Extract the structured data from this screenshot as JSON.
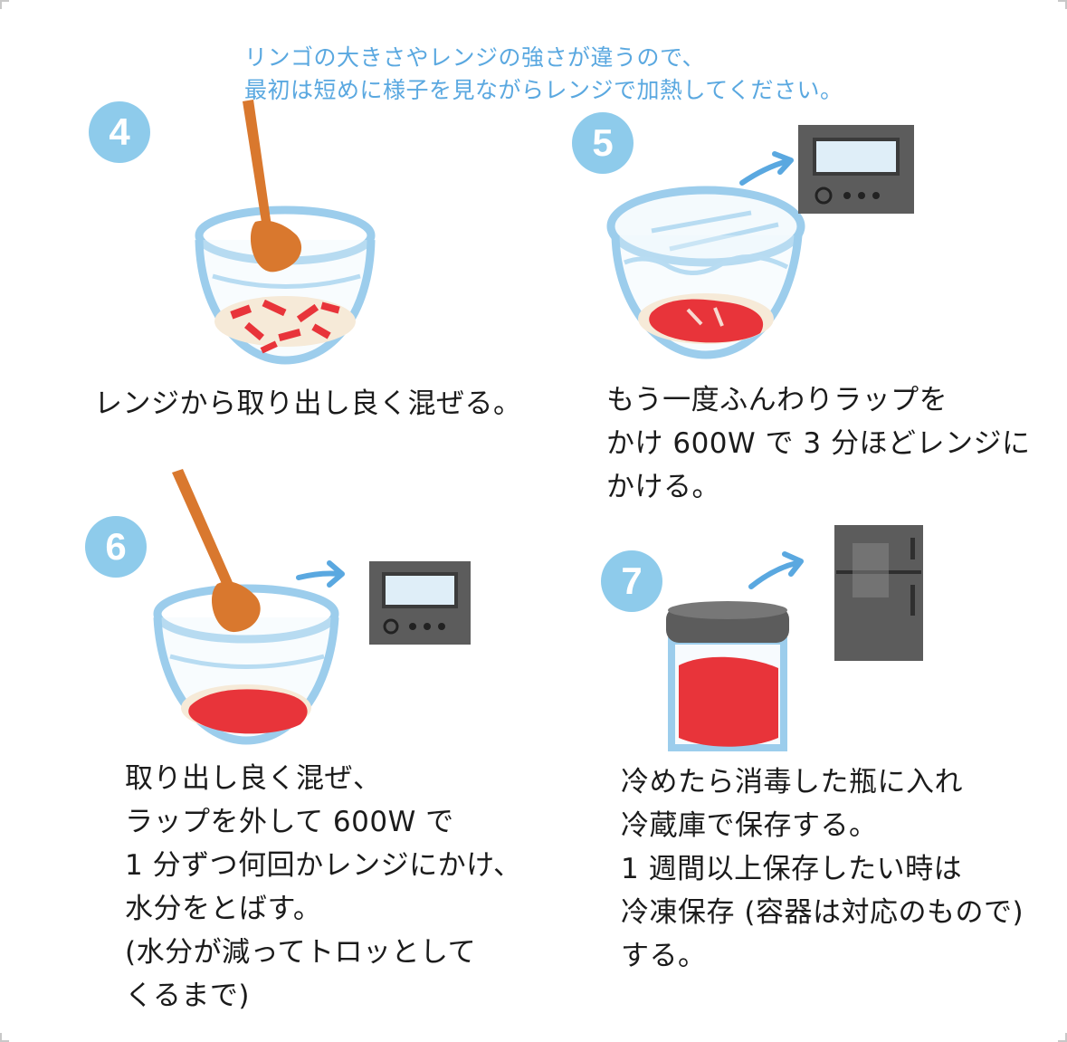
{
  "note": {
    "line1": "リンゴの大きさやレンジの強さが違うので、",
    "line2": "最初は短めに様子を見ながらレンジで加熱してください。"
  },
  "steps": [
    {
      "number": "4",
      "lines": [
        "レンジから取り出し良く混ぜる。"
      ]
    },
    {
      "number": "5",
      "lines": [
        "もう一度ふんわりラップを",
        "かけ 600W で 3 分ほどレンジに",
        "かける。"
      ]
    },
    {
      "number": "6",
      "lines": [
        "取り出し良く混ぜ、",
        "ラップを外して 600W で",
        "1 分ずつ何回かレンジにかけ、",
        "水分をとばす。",
        "(水分が減ってトロッとして",
        "くるまで)"
      ]
    },
    {
      "number": "7",
      "lines": [
        "冷めたら消毒した瓶に入れ",
        "冷蔵庫で保存する。",
        "1 週間以上保存したい時は",
        "冷凍保存 (容器は対応のもので)",
        "する。"
      ]
    }
  ],
  "icons": [
    "wooden-spatula-icon",
    "glass-bowl-icon",
    "apple-pieces-icon",
    "arrow-icon",
    "microwave-icon",
    "storage-jar-icon",
    "refrigerator-icon"
  ],
  "colors": {
    "badge": "#8ecbeb",
    "note_text": "#5aa8e0",
    "bowl_outline": "#9ccdec",
    "apple_red": "#e8343a",
    "spatula": "#d9782e",
    "appliance_gray": "#5c5c5c"
  }
}
